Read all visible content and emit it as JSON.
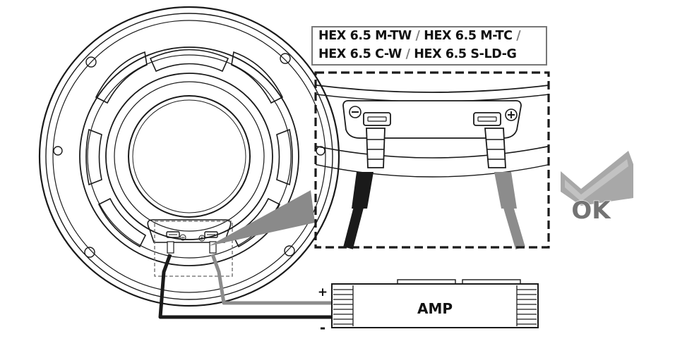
{
  "models": {
    "line1": [
      "HEX 6.5 M-TW",
      "HEX 6.5 M-TC"
    ],
    "line2": [
      "HEX 6.5 C-W",
      "HEX 6.5 S-LD-G"
    ],
    "separator": " / "
  },
  "amp": {
    "label": "AMP",
    "plus": "+",
    "minus": "-"
  },
  "terminals": {
    "negative": "−",
    "positive": "+"
  },
  "check": {
    "label": "OK"
  },
  "colors": {
    "outline": "#1a1a1a",
    "negative_wire": "#1a1a1a",
    "positive_wire": "#8c8c8c",
    "dashed_box": "#1a1a1a",
    "zoom_beam": "#8a8a8a",
    "check_mark": "#a0a0a0",
    "ok_text": "#737373"
  }
}
